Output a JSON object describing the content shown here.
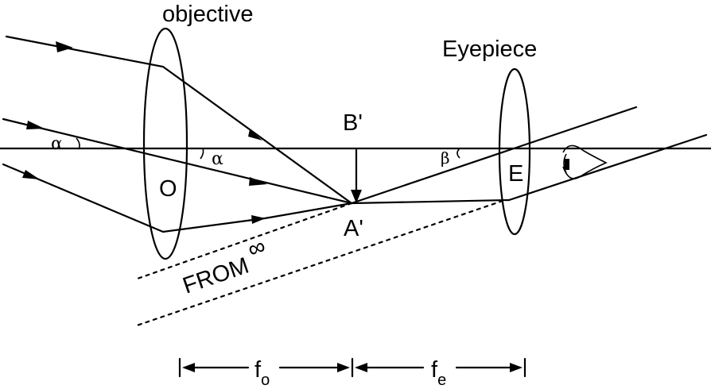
{
  "labels": {
    "objective": "objective",
    "eyepiece": "Eyepiece",
    "objective_center": "O",
    "eyepiece_center": "E",
    "image_top": "B'",
    "image_bottom": "A'",
    "from": "FROM",
    "infinity": "∞",
    "alpha_left": "α",
    "alpha_right": "α",
    "beta": "β",
    "f_main": "f",
    "f_o_sub": "o",
    "f_e_sub": "e"
  }
}
